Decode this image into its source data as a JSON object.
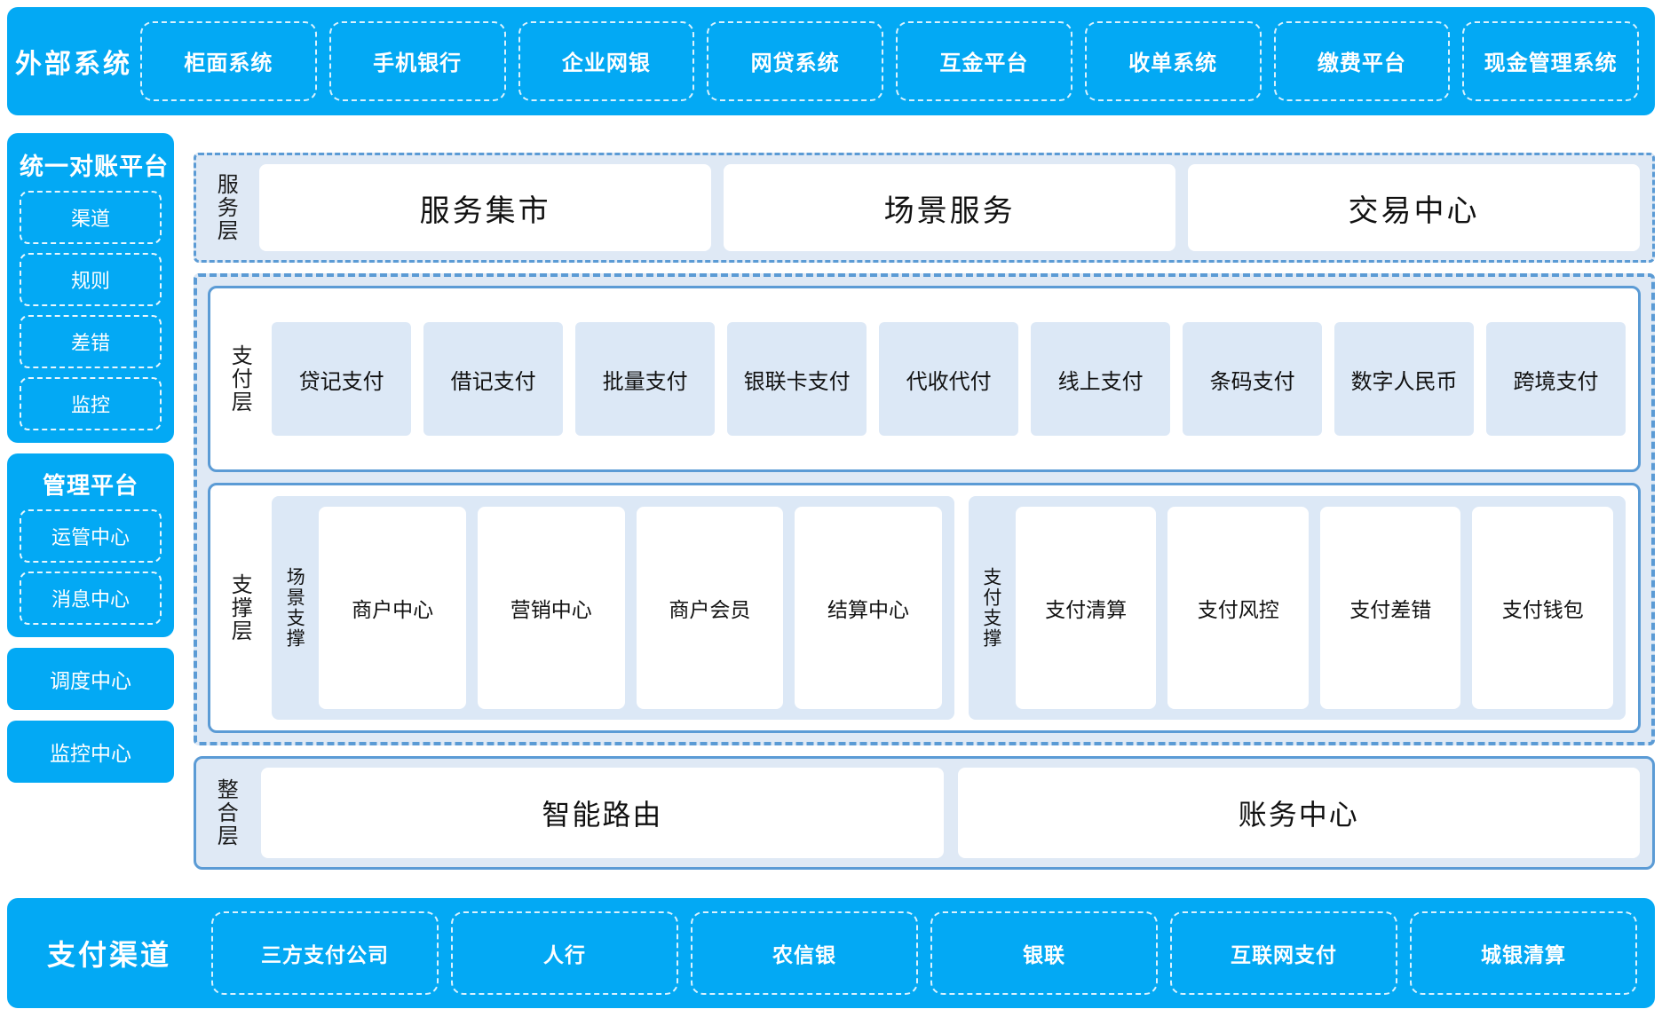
{
  "external_systems": {
    "title": "外部系统",
    "items": [
      "柜面系统",
      "手机银行",
      "企业网银",
      "网贷系统",
      "互金平台",
      "收单系统",
      "缴费平台",
      "现金管理系统"
    ]
  },
  "left_column": {
    "reconciliation_platform": {
      "title": "统一对账平台",
      "items": [
        "渠道",
        "规则",
        "差错",
        "监控"
      ]
    },
    "management_platform": {
      "title": "管理平台",
      "items": [
        "运管中心",
        "消息中心"
      ]
    },
    "standalone": [
      "调度中心",
      "监控中心"
    ]
  },
  "service_layer": {
    "label": "服务层",
    "items": [
      "服务集市",
      "场景服务",
      "交易中心"
    ]
  },
  "payment_layer": {
    "label": "支付层",
    "items": [
      "贷记支付",
      "借记支付",
      "批量支付",
      "银联卡支付",
      "代收代付",
      "线上支付",
      "条码支付",
      "数字人民币",
      "跨境支付"
    ]
  },
  "support_layer": {
    "label": "支撑层",
    "groups": [
      {
        "label": "场景支撑",
        "items": [
          "商户中心",
          "营销中心",
          "商户会员",
          "结算中心"
        ]
      },
      {
        "label": "支付支撑",
        "items": [
          "支付清算",
          "支付风控",
          "支付差错",
          "支付钱包"
        ]
      }
    ]
  },
  "integration_layer": {
    "label": "整合层",
    "items": [
      "智能路由",
      "账务中心"
    ]
  },
  "payment_channels": {
    "title": "支付渠道",
    "items": [
      "三方支付公司",
      "人行",
      "农信银",
      "银联",
      "互联网支付",
      "城银清算"
    ]
  },
  "colors": {
    "brand_blue": "#03A9F4",
    "panel_border": "#5B9BD5",
    "panel_bg": "#dfe9f5",
    "cell_bg": "#dce8f6",
    "card_bg": "#ffffff"
  }
}
